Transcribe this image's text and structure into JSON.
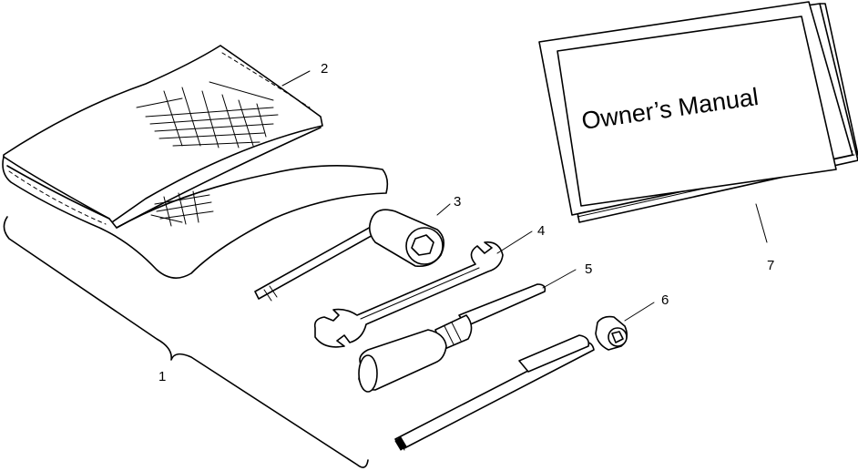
{
  "manual": {
    "cover_title": "Owner’s Manual"
  },
  "callouts": {
    "c1": "1",
    "c2": "2",
    "c3": "3",
    "c4": "4",
    "c5": "5",
    "c6": "6",
    "c7": "7"
  },
  "parts": [
    {
      "ref": "1",
      "icon": "tool-kit-bracket"
    },
    {
      "ref": "2",
      "icon": "tool-pouch-icon"
    },
    {
      "ref": "3",
      "icon": "spark-plug-socket-wrench-icon"
    },
    {
      "ref": "4",
      "icon": "open-end-wrench-icon"
    },
    {
      "ref": "5",
      "icon": "screwdriver-icon"
    },
    {
      "ref": "6",
      "icon": "socket-wrench-handle-icon"
    },
    {
      "ref": "7",
      "icon": "owners-manual-icon"
    }
  ]
}
